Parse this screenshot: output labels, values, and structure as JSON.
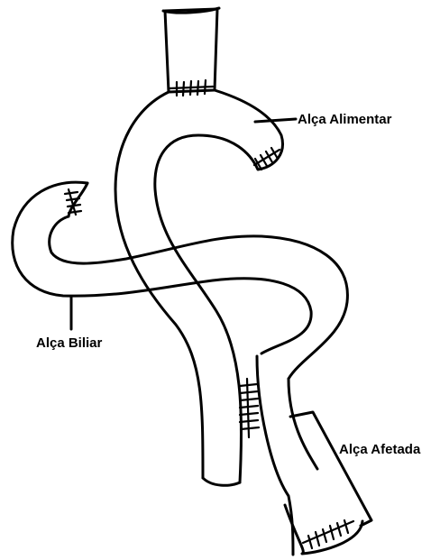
{
  "diagram": {
    "labels": {
      "alimentar": "Alça Alimentar",
      "biliar": "Alça Biliar",
      "afetada": "Alça Afetada"
    },
    "ink_color": "#000000",
    "background": "#ffffff"
  }
}
